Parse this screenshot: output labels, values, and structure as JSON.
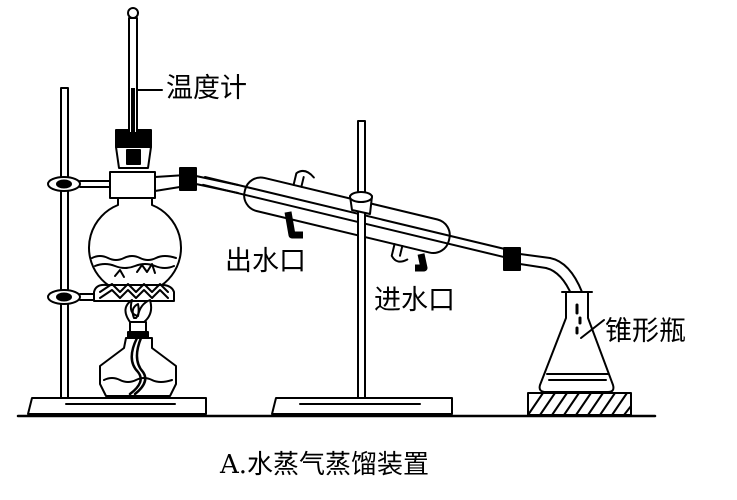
{
  "labels": {
    "thermometer": "温度计",
    "water_outlet": "出水口",
    "water_inlet": "进水口",
    "flask": "锥形瓶"
  },
  "caption": "A.水蒸气蒸馏装置"
}
